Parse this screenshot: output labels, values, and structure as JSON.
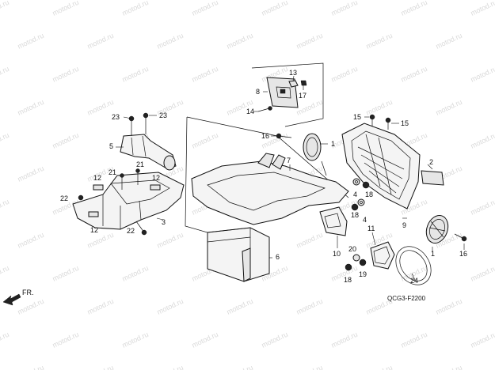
{
  "watermark": "motod.ru",
  "diagram_code": "QCG3-F2200",
  "direction_label": "FR.",
  "callouts": [
    {
      "id": "c1a",
      "text": "1"
    },
    {
      "id": "c1b",
      "text": "1"
    },
    {
      "id": "c2",
      "text": "2"
    },
    {
      "id": "c3",
      "text": "3"
    },
    {
      "id": "c4a",
      "text": "4"
    },
    {
      "id": "c4b",
      "text": "4"
    },
    {
      "id": "c5",
      "text": "5"
    },
    {
      "id": "c6",
      "text": "6"
    },
    {
      "id": "c7",
      "text": "7"
    },
    {
      "id": "c8",
      "text": "8"
    },
    {
      "id": "c9",
      "text": "9"
    },
    {
      "id": "c10",
      "text": "10"
    },
    {
      "id": "c11",
      "text": "11"
    },
    {
      "id": "c12a",
      "text": "12"
    },
    {
      "id": "c12b",
      "text": "12"
    },
    {
      "id": "c12c",
      "text": "12"
    },
    {
      "id": "c13",
      "text": "13"
    },
    {
      "id": "c14",
      "text": "14"
    },
    {
      "id": "c15a",
      "text": "15"
    },
    {
      "id": "c15b",
      "text": "15"
    },
    {
      "id": "c16a",
      "text": "16"
    },
    {
      "id": "c16b",
      "text": "16"
    },
    {
      "id": "c17",
      "text": "17"
    },
    {
      "id": "c18a",
      "text": "18"
    },
    {
      "id": "c18b",
      "text": "18"
    },
    {
      "id": "c18c",
      "text": "18"
    },
    {
      "id": "c19",
      "text": "19"
    },
    {
      "id": "c20",
      "text": "20"
    },
    {
      "id": "c21a",
      "text": "21"
    },
    {
      "id": "c21b",
      "text": "21"
    },
    {
      "id": "c22a",
      "text": "22"
    },
    {
      "id": "c22b",
      "text": "22"
    },
    {
      "id": "c23a",
      "text": "23"
    },
    {
      "id": "c23b",
      "text": "23"
    },
    {
      "id": "c24",
      "text": "24"
    }
  ]
}
